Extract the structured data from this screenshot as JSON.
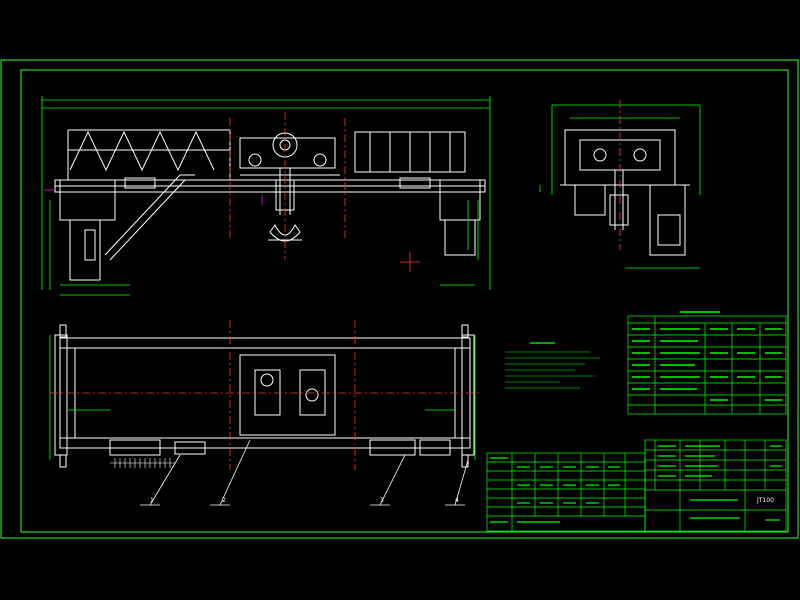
{
  "colors": {
    "background": "#000000",
    "frame": "#33ff33",
    "structure": "#ffffff",
    "dimension": "#00ff00",
    "centerline": "#ff3333",
    "accent": "#ff00ff",
    "hook_body": "#ffffff"
  },
  "callouts": [
    {
      "label": "1"
    },
    {
      "label": "2"
    },
    {
      "label": "3"
    },
    {
      "label": "4"
    }
  ],
  "sheet_code": "JT100"
}
